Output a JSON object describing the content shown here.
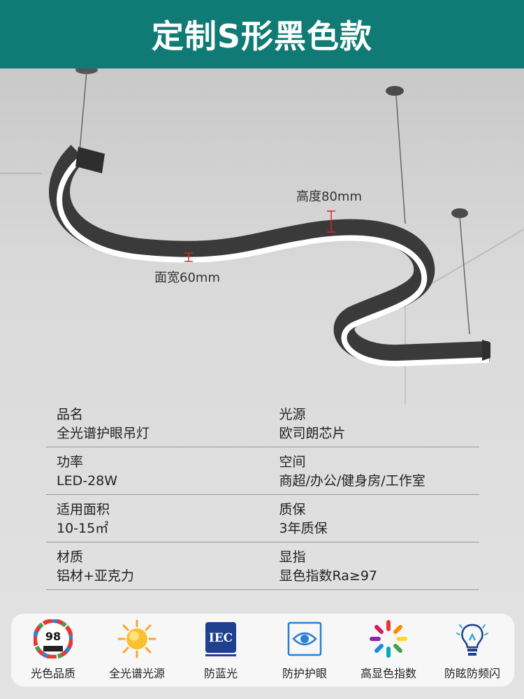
{
  "banner": {
    "title": "定制S形黑色款"
  },
  "dimensions": {
    "height_label": "高度80mm",
    "width_label": "面宽60mm"
  },
  "specs": [
    {
      "left_label": "品名",
      "left_value": "全光谱护眼吊灯",
      "right_label": "光源",
      "right_value": "欧司朗芯片"
    },
    {
      "left_label": "功率",
      "left_value": "LED-28W",
      "right_label": "空间",
      "right_value": "商超/办公/健身房/工作室"
    },
    {
      "left_label": "适用面积",
      "left_value": "10-15㎡",
      "right_label": "质保",
      "right_value": "3年质保"
    },
    {
      "left_label": "材质",
      "left_value": "铝材+亚克力",
      "right_label": "显指",
      "right_value": "显色指数Ra≥97"
    }
  ],
  "features": [
    {
      "icon": "cri-98-badge-icon",
      "badge_text": "98",
      "label": "光色品质"
    },
    {
      "icon": "sun-icon",
      "label": "全光谱光源"
    },
    {
      "icon": "iec-logo-icon",
      "badge_text": "IEC",
      "label": "防蓝光"
    },
    {
      "icon": "eye-icon",
      "label": "防护护眼"
    },
    {
      "icon": "color-wheel-icon",
      "label": "高显色指数"
    },
    {
      "icon": "lightbulb-icon",
      "label": "防眩防频闪"
    }
  ],
  "colors": {
    "banner": "#0f7b74",
    "lamp_body": "#3a3a3a",
    "lamp_light": "#ffffff",
    "dimension_marker": "#d12a2a"
  }
}
